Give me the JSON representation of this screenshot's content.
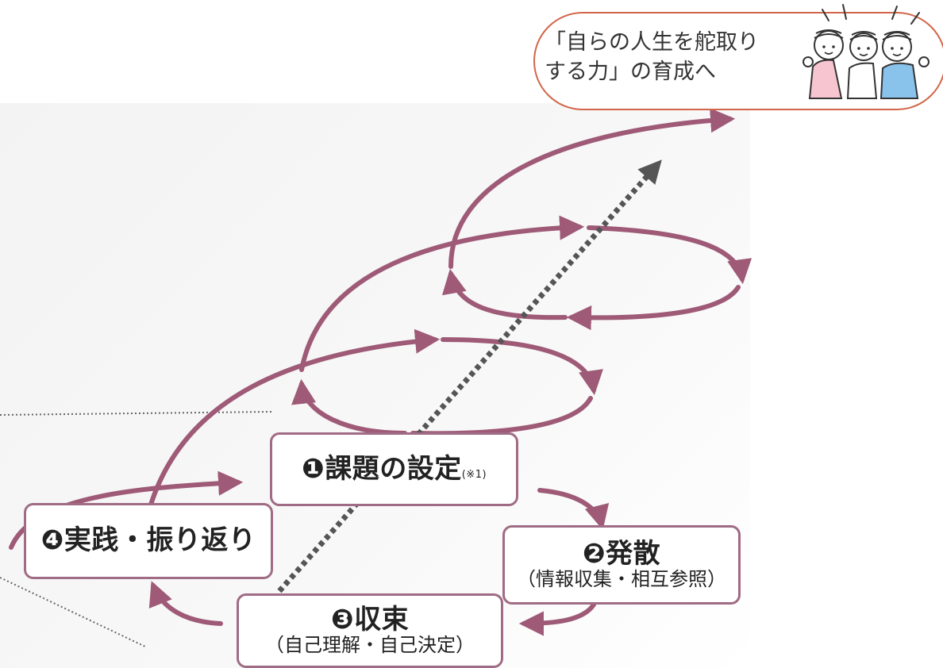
{
  "goal": {
    "line1": "「自らの人生を舵取り",
    "line2": "する力」の育成へ",
    "illustration": "three-students-cheering"
  },
  "steps": {
    "setting": {
      "title": "❶課題の設定",
      "note": "(※1)"
    },
    "divergence": {
      "title": "❷発散",
      "sub": "（情報収集・相互参照）"
    },
    "convergence": {
      "title": "❸収束",
      "sub": "（自己理解・自己決定）"
    },
    "practice": {
      "title": "❹実践・振り返り"
    }
  },
  "colors": {
    "cycle_arrow": "#9e5a76",
    "box_border": "#a06b84",
    "growth_arrow": "#555555",
    "goal_border": "#d2664a",
    "dotted_line": "#555555"
  },
  "icons": [
    "arrowhead-icon",
    "dotted-growth-arrow",
    "people-icon"
  ]
}
